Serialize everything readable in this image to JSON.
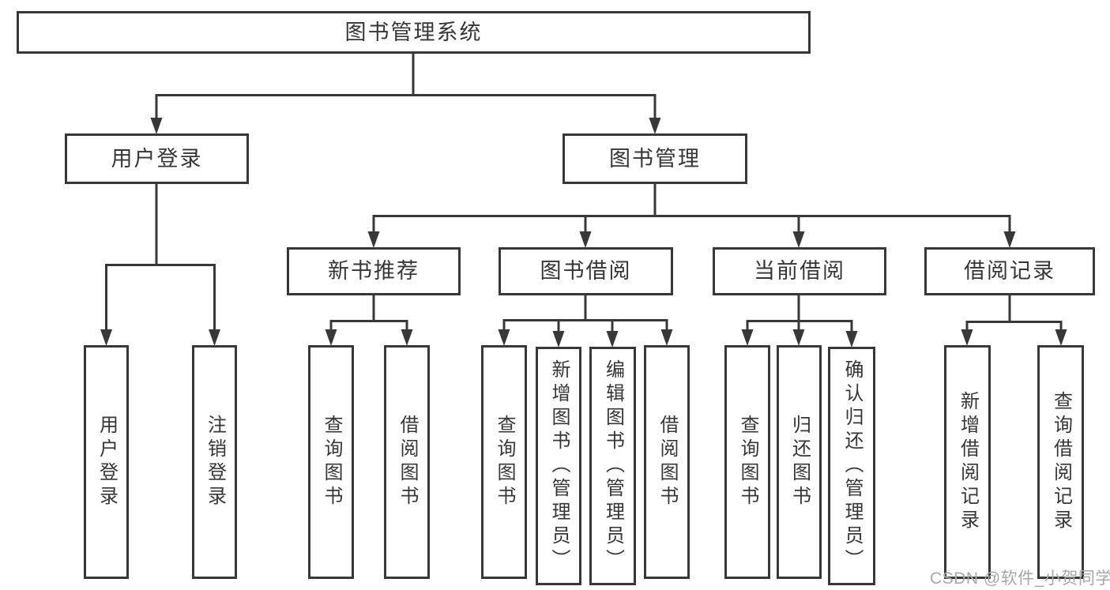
{
  "watermark": "CSDN @软件_小贺同学",
  "colors": {
    "line": "#383838",
    "text": "#363636",
    "watermark": "#a8a8a8",
    "background": "#ffffff"
  },
  "tree": {
    "root": {
      "label": "图书管理系统",
      "children": [
        {
          "label": "用户登录",
          "children": [
            {
              "label": "用户登录"
            },
            {
              "label": "注销登录"
            }
          ]
        },
        {
          "label": "图书管理",
          "children": [
            {
              "label": "新书推荐",
              "children": [
                {
                  "label": "查询图书"
                },
                {
                  "label": "借阅图书"
                }
              ]
            },
            {
              "label": "图书借阅",
              "children": [
                {
                  "label": "查询图书"
                },
                {
                  "label": "新增图书（管理员）"
                },
                {
                  "label": "编辑图书（管理员）"
                },
                {
                  "label": "借阅图书"
                }
              ]
            },
            {
              "label": "当前借阅",
              "children": [
                {
                  "label": "查询图书"
                },
                {
                  "label": "归还图书"
                },
                {
                  "label": "确认归还（管理员）"
                }
              ]
            },
            {
              "label": "借阅记录",
              "children": [
                {
                  "label": "新增借阅记录"
                },
                {
                  "label": "查询借阅记录"
                }
              ]
            }
          ]
        }
      ]
    }
  }
}
